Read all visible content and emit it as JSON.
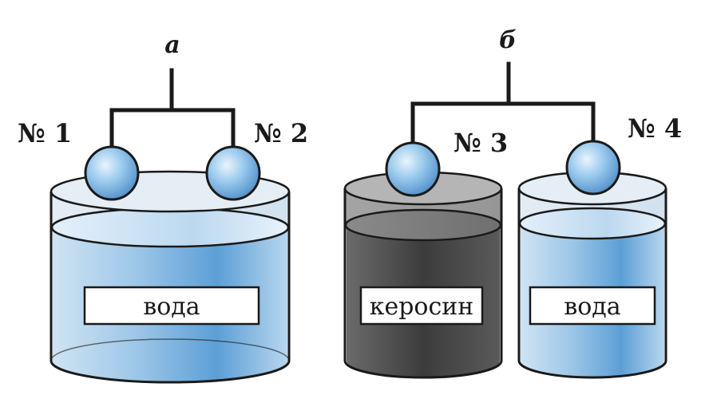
{
  "groups": {
    "a": {
      "label": "а"
    },
    "b": {
      "label": "б"
    }
  },
  "spheres": {
    "s1": {
      "label": "№ 1"
    },
    "s2": {
      "label": "№ 2"
    },
    "s3": {
      "label": "№ 3"
    },
    "s4": {
      "label": "№ 4"
    }
  },
  "vessels": {
    "v1": {
      "liquid": "вода"
    },
    "v2": {
      "liquid": "керосин"
    },
    "v3": {
      "liquid": "вода"
    }
  },
  "colors": {
    "water": "#9fc6e6",
    "water_dark": "#4f93d0",
    "kerosene": "#4a4a4a",
    "sphere": "#8fc0e6",
    "line": "#1a1a1a"
  }
}
